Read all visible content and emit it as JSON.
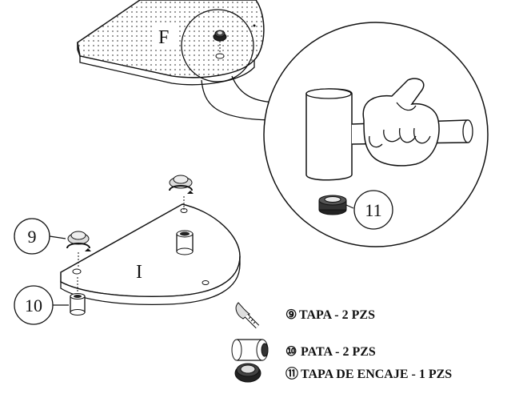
{
  "labels": {
    "panel_f": "F",
    "panel_i": "I",
    "callout_9": "9",
    "callout_10": "10",
    "callout_11": "11"
  },
  "legend": [
    {
      "number": "⑨",
      "text": "TAPA - 2 PZS",
      "icon": "cap-screw-icon"
    },
    {
      "number": "⑩",
      "text": "PATA - 2 PZS",
      "icon": "leg-cylinder-icon"
    },
    {
      "number": "⑪",
      "text": "TAPA DE ENCAJE - 1 PZS",
      "icon": "snap-cap-icon"
    }
  ],
  "colors": {
    "line": "#111111",
    "dot_fill": "#f2f2f2",
    "background": "#ffffff"
  }
}
